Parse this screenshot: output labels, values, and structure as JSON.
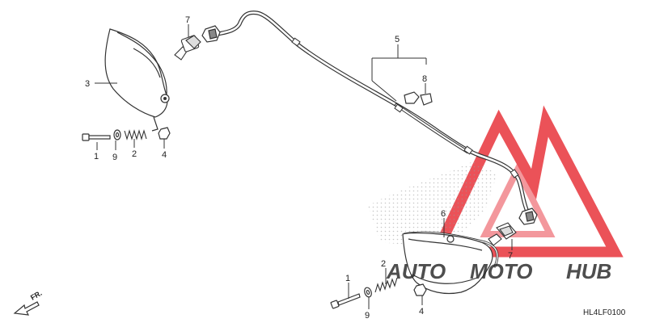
{
  "diagram": {
    "callouts": {
      "bolt_left": "1",
      "spring_left": "2",
      "headlight_left": "3",
      "nut_left": "4",
      "harness": "5",
      "headlight_right": "6",
      "bulb_left": "7",
      "clip": "8",
      "washer_left": "9",
      "bolt_right": "1",
      "spring_right": "2",
      "nut_right": "4",
      "bulb_right": "7",
      "washer_right": "9"
    },
    "direction_label": "FR.",
    "diagram_code": "HL4LF0100"
  },
  "watermark": {
    "text_auto": "AUTO",
    "text_moto": "MOTO",
    "text_hub": "HUB",
    "colors": {
      "triangle": "#e8343c",
      "auto": "#f5a623",
      "moto": "#e8343c",
      "hub": "#4a4a4a"
    }
  }
}
